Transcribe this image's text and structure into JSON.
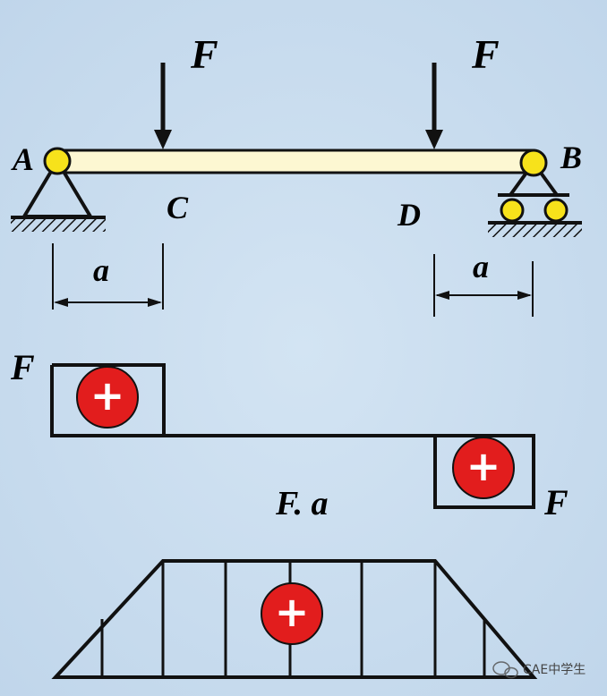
{
  "colors": {
    "background": "#c9dcee",
    "beam_fill": "#fdf7d2",
    "pin_fill": "#f7e21b",
    "plus_fill": "#e21d1d",
    "line": "#111111"
  },
  "labels": {
    "A": "A",
    "B": "B",
    "C": "C",
    "D": "D",
    "load_left": "F",
    "load_right": "F",
    "dim_left": "a",
    "dim_right": "a",
    "shear_left": "F",
    "shear_right": "F",
    "moment": "F. a",
    "plus": "+"
  },
  "watermark": "CAE中学生",
  "icons": {
    "pin_support": "pin-support-icon",
    "roller_support": "roller-support-icon",
    "plus": "plus-sign-icon",
    "watermark": "wechat-icon"
  }
}
